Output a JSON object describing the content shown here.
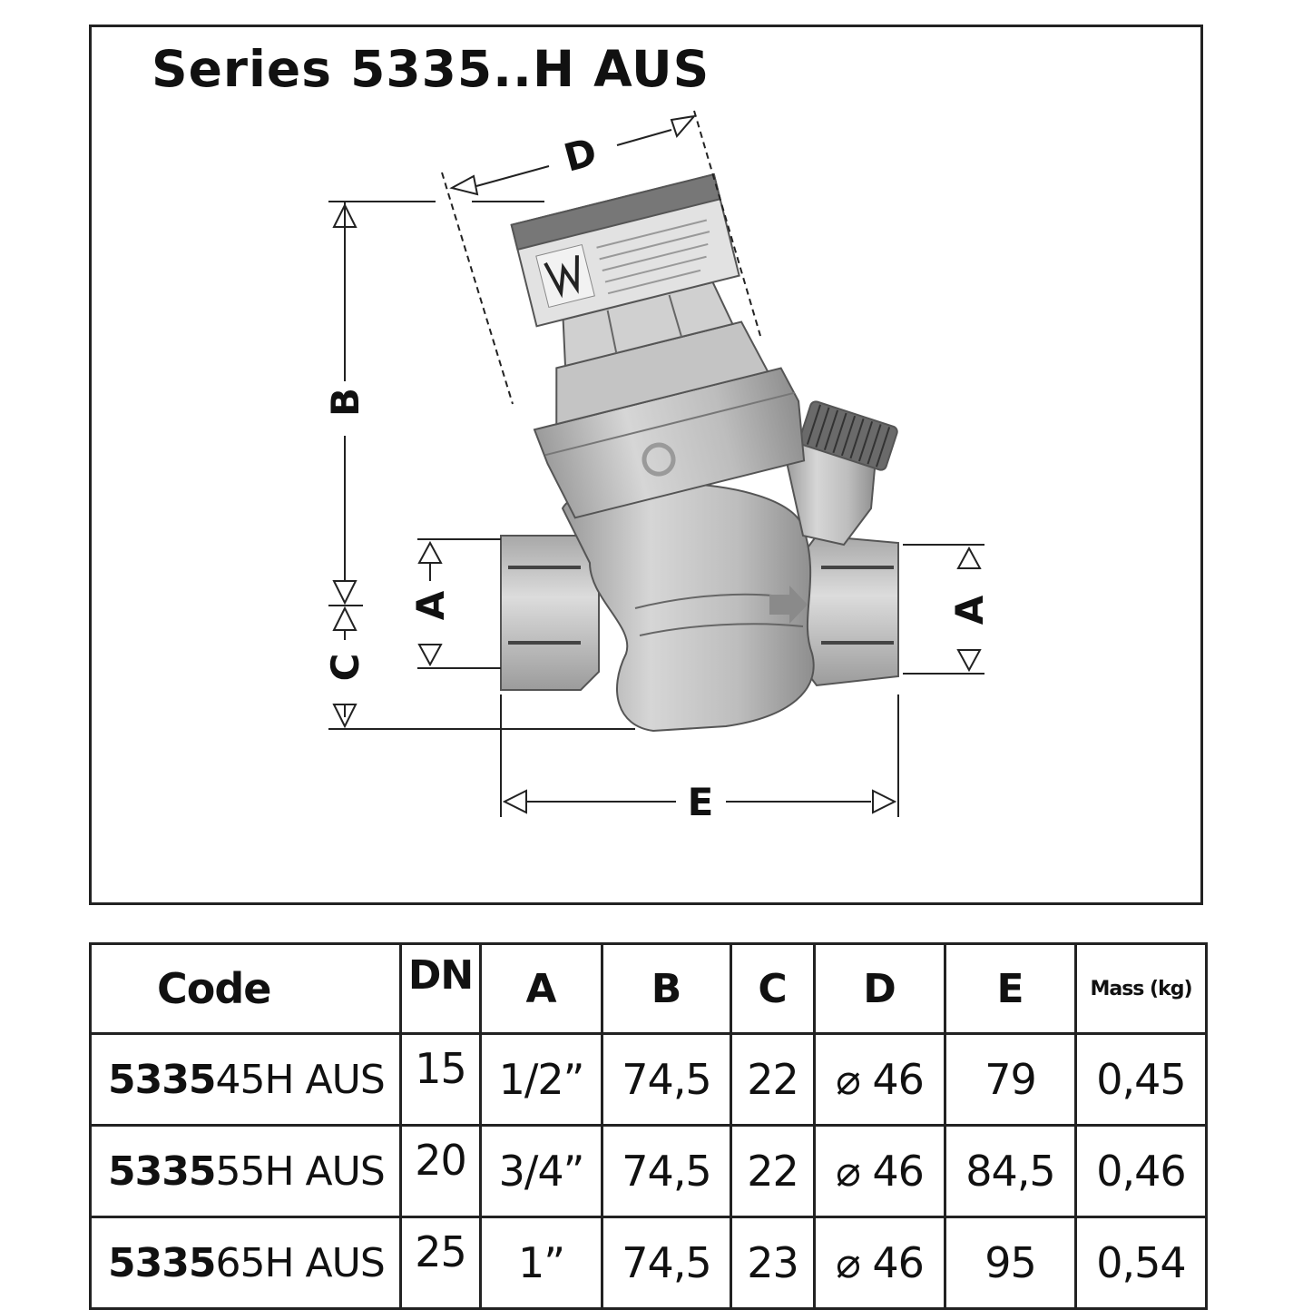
{
  "title": "Series 5335..H AUS",
  "dimension_labels": {
    "a": "A",
    "b": "B",
    "c": "C",
    "d": "D",
    "e": "E"
  },
  "table": {
    "headers": {
      "code": "Code",
      "dn": "DN",
      "a": "A",
      "b": "B",
      "c": "C",
      "d": "D",
      "e": "E",
      "mass": "Mass (kg)"
    },
    "rows": [
      {
        "code_bold": "5335",
        "code_rest": "45H AUS",
        "dn": "15",
        "a": "1/2”",
        "b": "74,5",
        "c": "22",
        "d": "⌀ 46",
        "e": "79",
        "mass": "0,45"
      },
      {
        "code_bold": "5335",
        "code_rest": "55H AUS",
        "dn": "20",
        "a": "3/4”",
        "b": "74,5",
        "c": "22",
        "d": "⌀ 46",
        "e": "84,5",
        "mass": "0,46"
      },
      {
        "code_bold": "5335",
        "code_rest": "65H AUS",
        "dn": "25",
        "a": "1”",
        "b": "74,5",
        "c": "23",
        "d": "⌀ 46",
        "e": "95",
        "mass": "0,54"
      }
    ]
  }
}
